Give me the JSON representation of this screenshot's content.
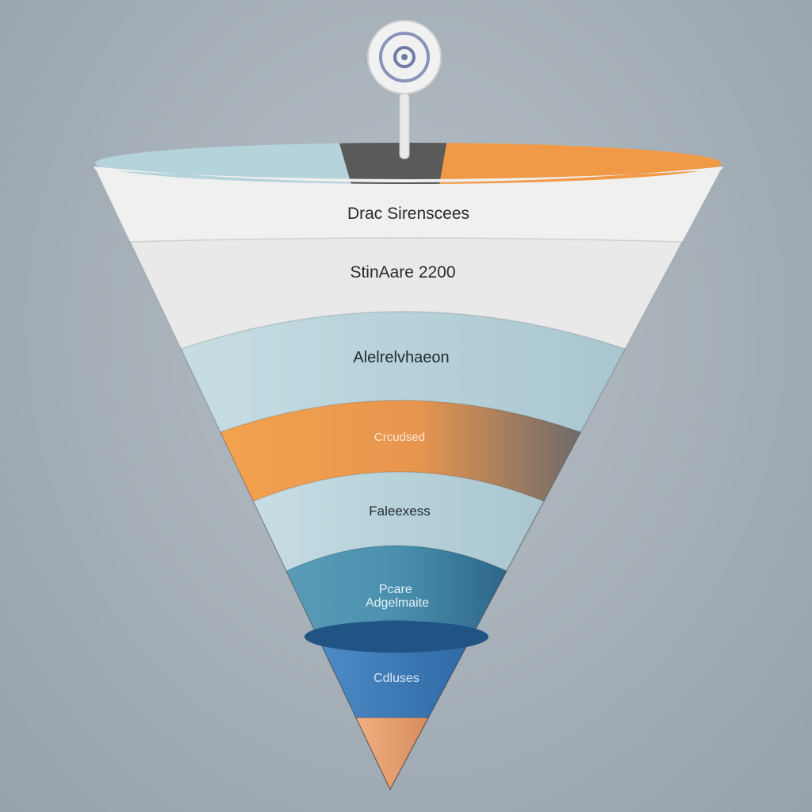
{
  "diagram": {
    "type": "funnel",
    "stages": [
      {
        "label": "Drac Sirenscees",
        "color": "#eeeeec",
        "text_color": "#2a2a2a"
      },
      {
        "label": "StinAare 2200",
        "color": "#e6e7e6",
        "text_color": "#2a2a2a"
      },
      {
        "label": "Alelrelvhaeon",
        "color": "#b9d2da",
        "text_color": "#1f2a30"
      },
      {
        "label": "Crcudsed",
        "color": "#f0a050",
        "text_color": "#fbe9d6"
      },
      {
        "label": "Faleexess",
        "color": "#bcd6de",
        "text_color": "#1f2a30"
      },
      {
        "label": "Pcare Adgelmaite",
        "color": "#3f86a8",
        "text_color": "#e4f1f6"
      },
      {
        "label": "Cdluses",
        "color": "#3c7fbd",
        "text_color": "#d9e8f5"
      },
      {
        "label": "",
        "color": "#e8a070",
        "text_color": "#000000"
      }
    ],
    "top_rim_colors": [
      "#b5d3da",
      "#5a5a5a",
      "#f09a48"
    ],
    "pin_icon": "target-icon"
  }
}
